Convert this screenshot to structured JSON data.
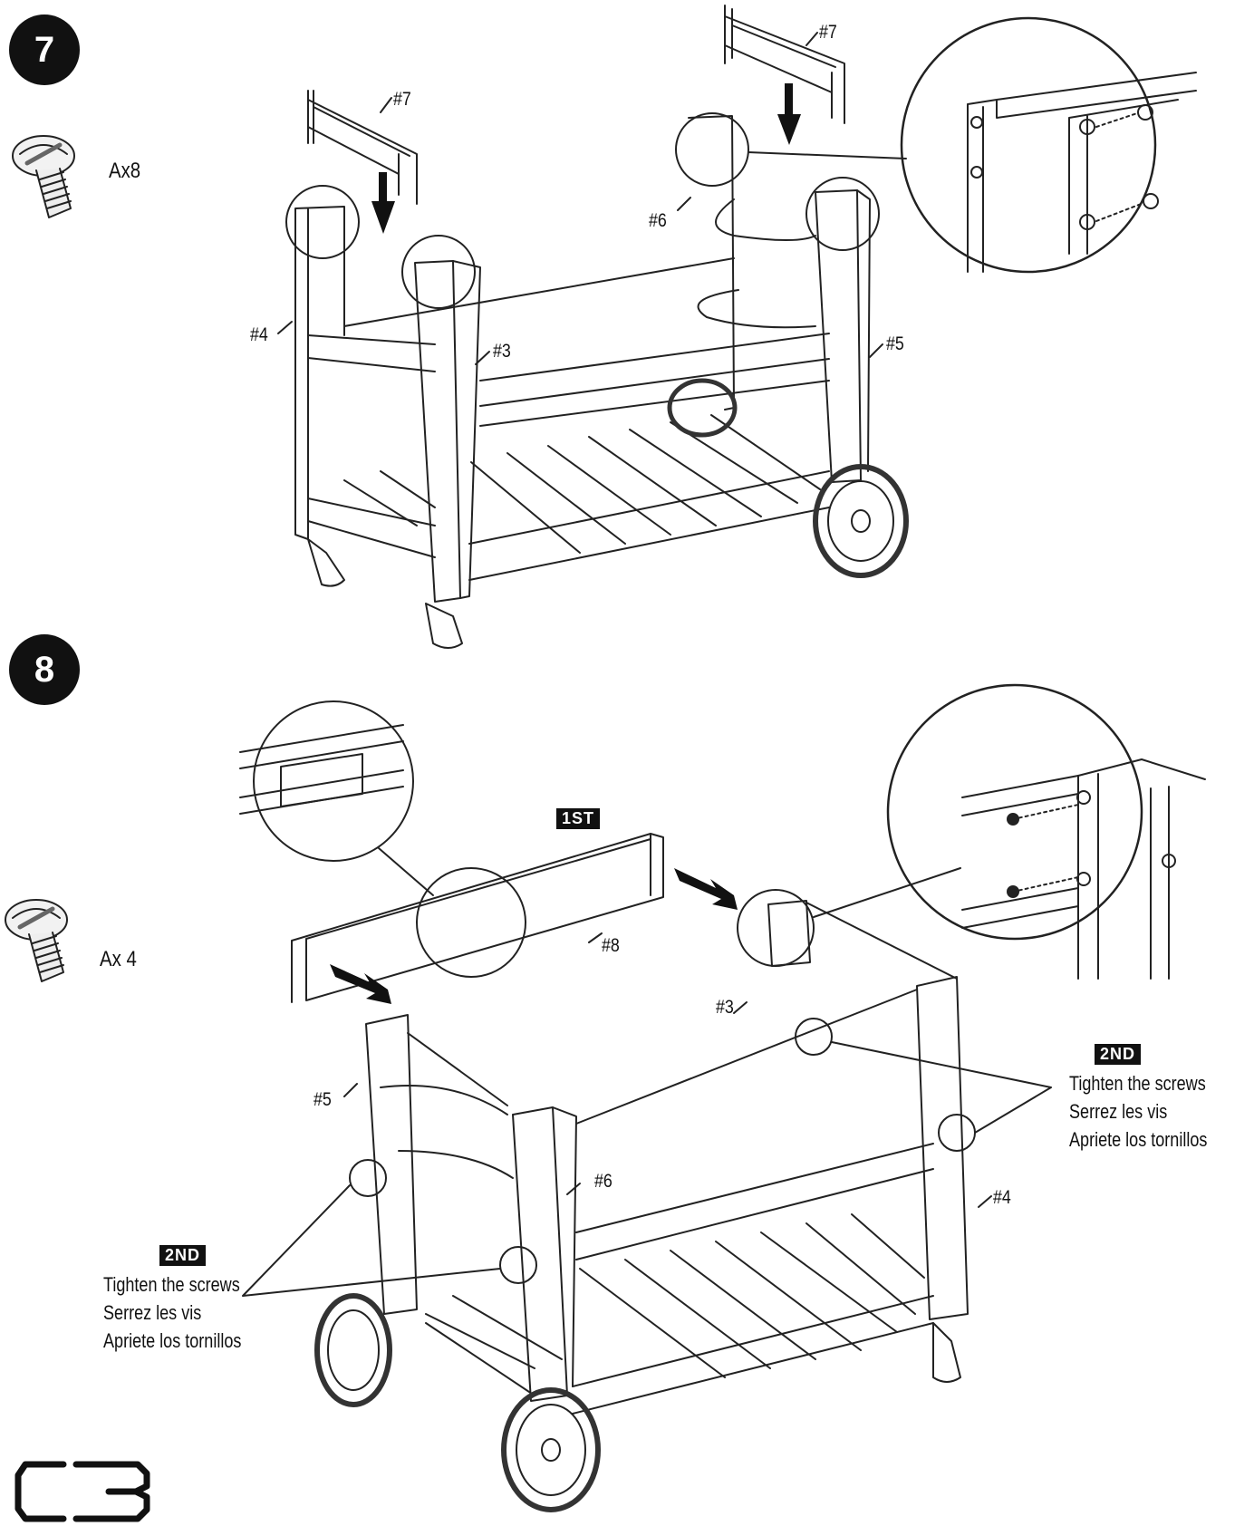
{
  "step7": {
    "number": "7",
    "quantity": "Ax8",
    "parts": {
      "p7a": "#7",
      "p7b": "#7",
      "p6": "#6",
      "p4": "#4",
      "p3": "#3",
      "p5": "#5"
    }
  },
  "step8": {
    "number": "8",
    "quantity": "Ax 4",
    "first_tag": "1ST",
    "second_tag_right": "2ND",
    "second_tag_left": "2ND",
    "parts": {
      "p8": "#8",
      "p3": "#3",
      "p5": "#5",
      "p6": "#6",
      "p4": "#4"
    },
    "instructions_right": {
      "en": "Tighten the screws",
      "fr": "Serrez les vis",
      "es": "Apriete los tornillos"
    },
    "instructions_left": {
      "en": "Tighten the screws",
      "fr": "Serrez les vis",
      "es": "Apriete los tornillos"
    }
  },
  "icons": [
    "screw-icon",
    "arrow-down-icon",
    "arrow-right-icon",
    "cb-logo-icon"
  ]
}
